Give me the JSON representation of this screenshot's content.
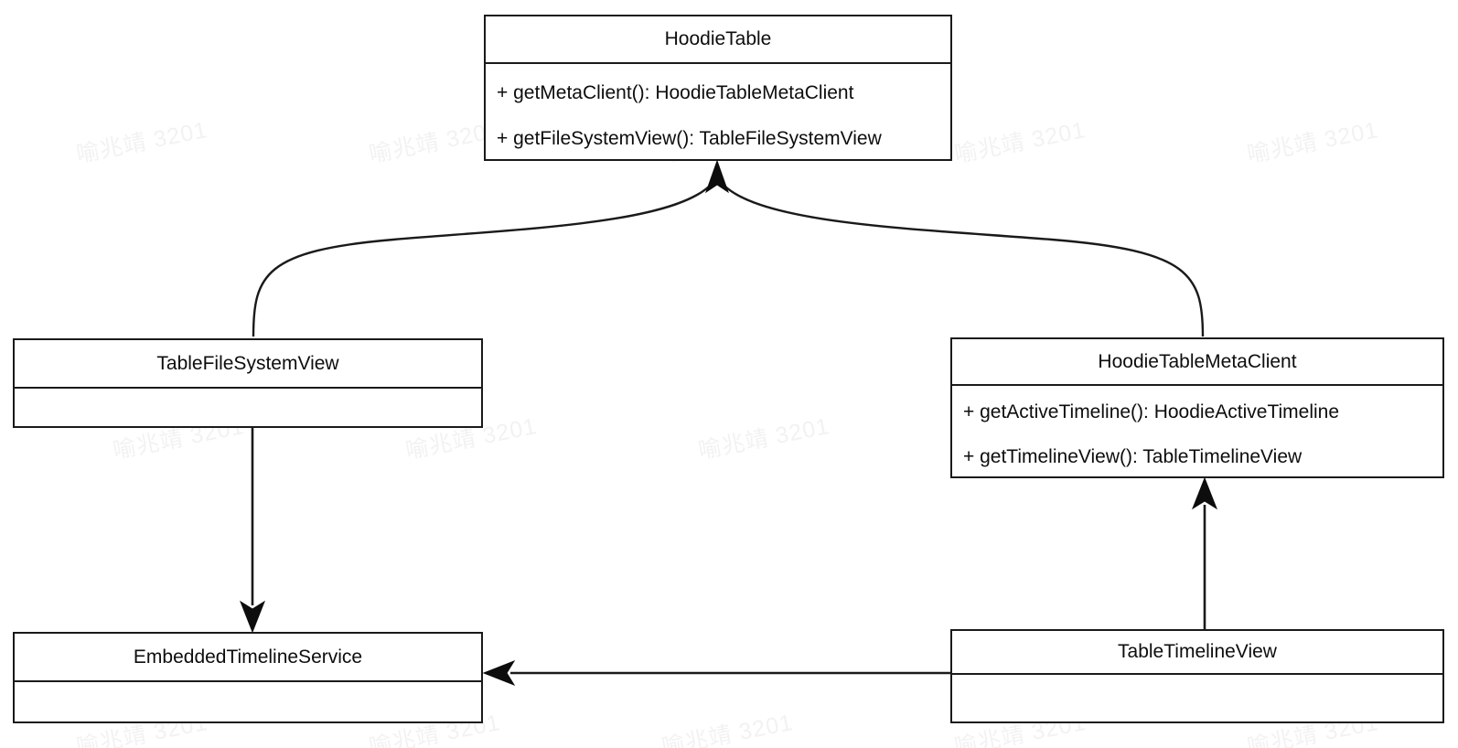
{
  "diagram": {
    "type": "uml-class-diagram",
    "background_color": "#ffffff",
    "line_color": "#1a1a1a",
    "text_color": "#0d0d0d"
  },
  "watermark": {
    "text": "喻兆靖 3201",
    "color": "#f2f2f2",
    "rotation_deg": -11
  },
  "classes": {
    "hoodie_table": {
      "name": "HoodieTable",
      "members": [
        "+ getMetaClient(): HoodieTableMetaClient",
        "+ getFileSystemView(): TableFileSystemView"
      ]
    },
    "table_file_system_view": {
      "name": "TableFileSystemView",
      "members": []
    },
    "hoodie_table_meta_client": {
      "name": "HoodieTableMetaClient",
      "members": [
        "+ getActiveTimeline(): HoodieActiveTimeline",
        "+ getTimelineView(): TableTimelineView"
      ]
    },
    "embedded_timeline_service": {
      "name": "EmbeddedTimelineService",
      "members": []
    },
    "table_timeline_view": {
      "name": "TableTimelineView",
      "members": []
    }
  },
  "relationships": [
    {
      "id": "fsview-to-hoodietable",
      "from": "TableFileSystemView",
      "to": "HoodieTable",
      "style": "curved",
      "arrow": "filled-triangle"
    },
    {
      "id": "metaclient-to-hoodietable",
      "from": "HoodieTableMetaClient",
      "to": "HoodieTable",
      "style": "curved",
      "arrow": "filled-triangle"
    },
    {
      "id": "fsview-to-timelineservice",
      "from": "TableFileSystemView",
      "to": "EmbeddedTimelineService",
      "style": "straight-vertical",
      "arrow": "filled-triangle"
    },
    {
      "id": "timelineview-to-metaclient",
      "from": "TableTimelineView",
      "to": "HoodieTableMetaClient",
      "style": "straight-vertical",
      "arrow": "filled-triangle"
    },
    {
      "id": "timelineview-to-timelineservice",
      "from": "TableTimelineView",
      "to": "EmbeddedTimelineService",
      "style": "straight-horizontal",
      "arrow": "filled-triangle"
    }
  ]
}
